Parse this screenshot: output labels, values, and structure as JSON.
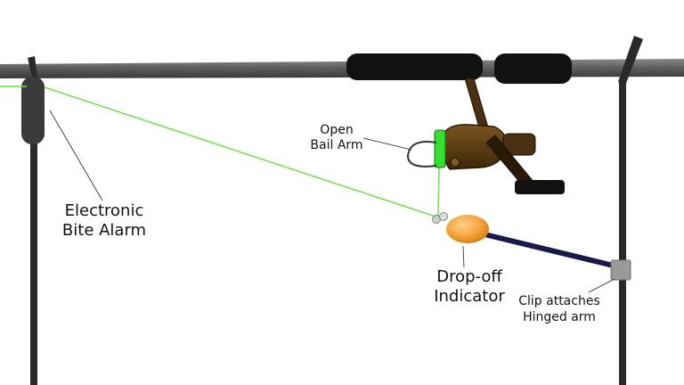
{
  "labels": {
    "open_bail_line1": "Open",
    "open_bail_line2": "Bail Arm",
    "bite_alarm_line1": "Electronic",
    "bite_alarm_line2": "Bite Alarm",
    "dropoff_line1": "Drop-off",
    "dropoff_line2": "Indicator",
    "clip_line1": "Clip attaches",
    "clip_line2": "Hinged arm"
  },
  "colors": {
    "rod": "#555555",
    "handle": "#111111",
    "reel": "#5a3a12",
    "spool": "#33e030",
    "line": "#6fe04a",
    "indicator": "#f4a23a",
    "arm": "#1a1a4a",
    "clip": "#999999",
    "bank_stick": "#2a2a2a"
  }
}
